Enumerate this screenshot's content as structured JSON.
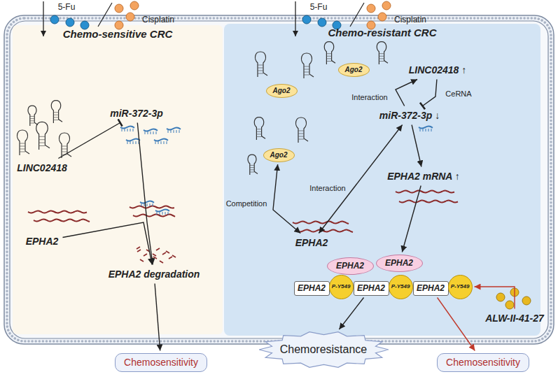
{
  "diagram": {
    "nodes": [
      {
        "text": [
          "Chemo-sensitive CRC"
        ]
      },
      {
        "text": [
          "LINC02418"
        ],
        "in": 0
      },
      {
        "text": [
          "miR-372-3p"
        ],
        "in": 0
      },
      {
        "text": [
          "EPHA2"
        ],
        "in": 0
      },
      {
        "text": [
          "EPHA2 degradation"
        ],
        "in": 0
      },
      {
        "text": [
          "Chemo-resistant CRC"
        ]
      },
      {
        "text": [
          "Ago2"
        ],
        "in": 5
      },
      {
        "text": [
          "Ago2"
        ],
        "in": 5
      },
      {
        "text": [
          "LINC02418 ↑"
        ],
        "in": 5
      },
      {
        "text": [
          "Ago2"
        ],
        "in": 5
      },
      {
        "text": [
          "miR-372-3p ↓"
        ],
        "in": 5
      },
      {
        "text": [
          "EPHA2"
        ],
        "in": 5
      },
      {
        "text": [
          "EPHA2 mRNA ↑"
        ],
        "in": 5
      },
      {
        "text": [
          "EPHA2"
        ],
        "in": 5
      },
      {
        "text": [
          "EPHA2"
        ],
        "in": 5
      },
      {
        "text": [
          "EPHA2"
        ],
        "in": 5
      },
      {
        "text": [
          "P-Y549"
        ],
        "in": 5
      },
      {
        "text": [
          "EPHA2"
        ],
        "in": 5
      },
      {
        "text": [
          "P-Y549"
        ],
        "in": 5
      },
      {
        "text": [
          "EPHA2"
        ],
        "in": 5
      },
      {
        "text": [
          "P-Y549"
        ],
        "in": 5
      },
      {
        "text": [
          "ALW-II-41-27"
        ],
        "in": 5
      },
      {
        "text": [
          "Chemosensitivity"
        ]
      },
      {
        "text": [
          "Chemoresistance"
        ]
      },
      {
        "text": [
          "Chemosensitivity"
        ]
      }
    ],
    "edges": [
      {
        "from": 1,
        "to": 2,
        "arrow": "to"
      },
      {
        "from": 2,
        "to": 4,
        "arrow": "to"
      },
      {
        "from": 3,
        "to": 4,
        "arrow": "to"
      },
      {
        "from": 4,
        "to": 22,
        "arrow": "to"
      },
      {
        "from": 8,
        "to": 10,
        "label": "CeRNA",
        "arrow": "to"
      },
      {
        "from": 10,
        "to": 8,
        "label": "Interaction",
        "arrow": "to"
      },
      {
        "from": 9,
        "to": 11,
        "label": "Competition",
        "arrow": "both"
      },
      {
        "from": 10,
        "to": 11,
        "label": "Interaction",
        "arrow": "both"
      },
      {
        "from": 10,
        "to": 12,
        "arrow": "to"
      },
      {
        "from": 12,
        "to": 14,
        "arrow": "to"
      },
      {
        "from": 17,
        "to": 23,
        "arrow": "to"
      },
      {
        "from": 19,
        "to": 24,
        "arrow": "to"
      },
      {
        "from": 21,
        "to": 20,
        "arrow": "to"
      }
    ],
    "labels": [
      "5-Fu",
      "Cisplatin",
      "5-Fu",
      "Cisplatin"
    ]
  }
}
